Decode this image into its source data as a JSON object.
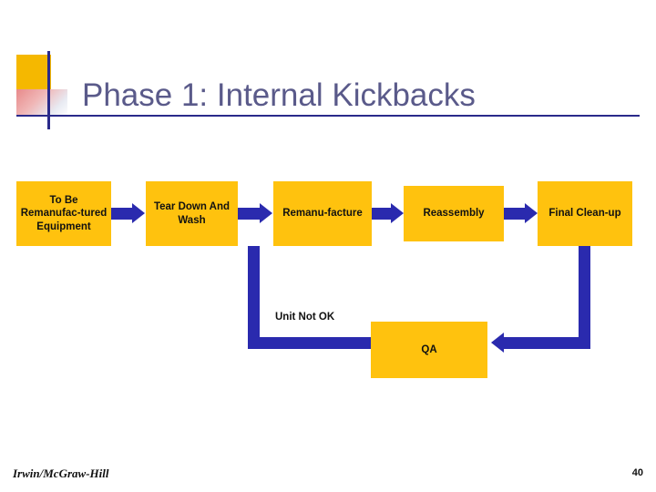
{
  "slide": {
    "title": "Phase 1:  Internal Kickbacks",
    "footer_left": "Irwin/McGraw-Hill",
    "slide_number": "40",
    "colors": {
      "node_fill": "#FFC20E",
      "arrow": "#2A2AAE",
      "title_text": "#5A5A8A",
      "accent_square": "#F5B800",
      "rule": "#2A2A8A"
    }
  },
  "diagram": {
    "type": "process-flow",
    "nodes": [
      {
        "id": "n1",
        "label": "To Be Remanufac-tured Equipment"
      },
      {
        "id": "n2",
        "label": "Tear Down And Wash"
      },
      {
        "id": "n3",
        "label": "Remanu-facture"
      },
      {
        "id": "n4",
        "label": "Reassembly"
      },
      {
        "id": "n5",
        "label": "Final Clean-up"
      },
      {
        "id": "qa",
        "label": "QA"
      }
    ],
    "edge_labels": {
      "unit_not_ok": "Unit Not OK"
    },
    "edges": [
      {
        "from": "n1",
        "to": "n2"
      },
      {
        "from": "n2",
        "to": "n3"
      },
      {
        "from": "n3",
        "to": "n4"
      },
      {
        "from": "n4",
        "to": "n5"
      },
      {
        "from": "n3",
        "to": "qa",
        "label": "Unit Not OK"
      },
      {
        "from": "n5",
        "to": "qa"
      }
    ]
  }
}
